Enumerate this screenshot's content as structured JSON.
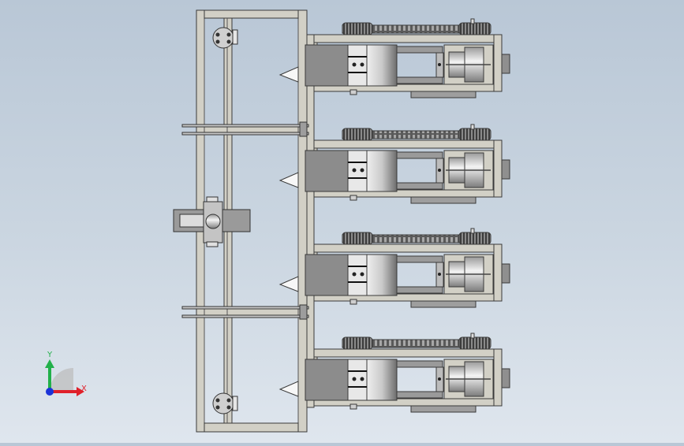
{
  "window": {
    "title": ""
  },
  "view": {
    "background_top": "#b9c7d6",
    "background_bottom": "#dfe6ee"
  },
  "model": {
    "frame_color": "#d2d0c6",
    "edge_color": "#3a3a3a",
    "unit_count": 4
  },
  "triad": {
    "x_label": "X",
    "y_label": "Y",
    "x_color": "#e0202a",
    "y_color": "#22b04a",
    "z_color": "#1b33d8"
  }
}
